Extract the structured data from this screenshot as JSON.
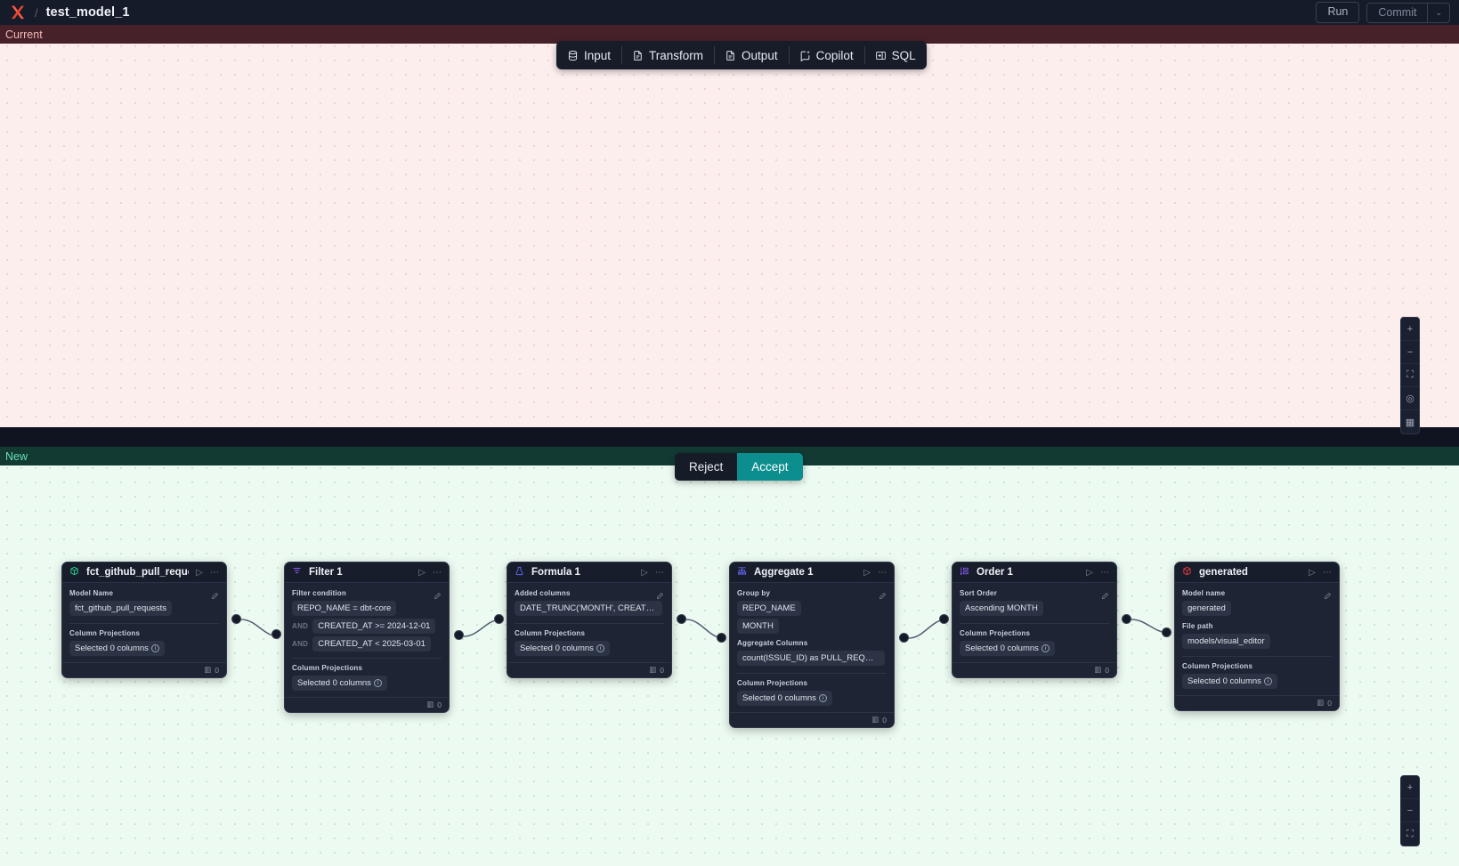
{
  "topbar": {
    "logo_name": "dbt-logo-icon",
    "separator": "/",
    "title": "test_model_1",
    "run_label": "Run",
    "commit_label": "Commit",
    "commit_caret": "⌄"
  },
  "mode_toolbar": {
    "items": [
      {
        "label": "Input",
        "icon": "database-icon"
      },
      {
        "label": "Transform",
        "icon": "document-icon"
      },
      {
        "label": "Output",
        "icon": "document-icon"
      },
      {
        "label": "Copilot",
        "icon": "sparkle-chat-icon"
      },
      {
        "label": "SQL",
        "icon": "sql-panel-icon"
      }
    ]
  },
  "panes": {
    "current_label": "Current",
    "new_label": "New"
  },
  "decision": {
    "reject_label": "Reject",
    "accept_label": "Accept",
    "accent_color": "#0d8e8e"
  },
  "canvas_controls": {
    "top": [
      "+",
      "−",
      "⛶",
      "◎",
      "▦"
    ],
    "bottom": [
      "+",
      "−",
      "⛶"
    ]
  },
  "nodes": [
    {
      "id": "source",
      "title": "fct_github_pull_requests",
      "icon": "cube-icon",
      "icon_color": "#2ecc8f",
      "run_icon": "play-icon",
      "menu_icon": "ellipsis-icon",
      "row_count": "0",
      "sections": [
        {
          "label": "Model Name",
          "editable": true,
          "chips": [
            {
              "text": "fct_github_pull_requests"
            }
          ]
        },
        {
          "label": "Column Projections",
          "editable": false,
          "chips": [
            {
              "text": "Selected 0 columns",
              "info": true
            }
          ]
        }
      ]
    },
    {
      "id": "filter",
      "title": "Filter 1",
      "icon": "filter-icon",
      "icon_color": "#8b5cf6",
      "run_icon": "play-icon",
      "menu_icon": "ellipsis-icon",
      "row_count": "0",
      "sections": [
        {
          "label": "Filter condition",
          "editable": true,
          "chips": [
            {
              "text": "REPO_NAME = dbt-core"
            },
            {
              "prefix": "AND",
              "text": "CREATED_AT >= 2024-12-01"
            },
            {
              "prefix": "AND",
              "text": "CREATED_AT < 2025-03-01"
            }
          ]
        },
        {
          "label": "Column Projections",
          "editable": false,
          "chips": [
            {
              "text": "Selected 0 columns",
              "info": true
            }
          ]
        }
      ]
    },
    {
      "id": "formula",
      "title": "Formula 1",
      "icon": "formula-icon",
      "icon_color": "#6366f1",
      "run_icon": "play-icon",
      "menu_icon": "ellipsis-icon",
      "row_count": "0",
      "sections": [
        {
          "label": "Added columns",
          "editable": true,
          "chips": [
            {
              "text": "DATE_TRUNC('MONTH', CREATED_AT…"
            }
          ]
        },
        {
          "label": "Column Projections",
          "editable": false,
          "chips": [
            {
              "text": "Selected 0 columns",
              "info": true
            }
          ]
        }
      ]
    },
    {
      "id": "aggregate",
      "title": "Aggregate 1",
      "icon": "aggregate-icon",
      "icon_color": "#6366f1",
      "run_icon": "play-icon",
      "menu_icon": "ellipsis-icon",
      "row_count": "0",
      "sections": [
        {
          "label": "Group by",
          "editable": true,
          "chips": [
            {
              "text": "REPO_NAME"
            },
            {
              "text": "MONTH"
            }
          ]
        },
        {
          "label": "Aggregate Columns",
          "editable": false,
          "chips": [
            {
              "text": "count(ISSUE_ID) as PULL_REQUEST_…"
            }
          ]
        },
        {
          "label": "Column Projections",
          "editable": false,
          "chips": [
            {
              "text": "Selected 0 columns",
              "info": true
            }
          ]
        }
      ]
    },
    {
      "id": "order",
      "title": "Order 1",
      "icon": "order-icon",
      "icon_color": "#8b5cf6",
      "run_icon": "play-icon",
      "menu_icon": "ellipsis-icon",
      "row_count": "0",
      "sections": [
        {
          "label": "Sort Order",
          "editable": true,
          "chips": [
            {
              "text": "Ascending MONTH"
            }
          ]
        },
        {
          "label": "Column Projections",
          "editable": false,
          "chips": [
            {
              "text": "Selected 0 columns",
              "info": true
            }
          ]
        }
      ]
    },
    {
      "id": "generated",
      "title": "generated",
      "icon": "cube-icon",
      "icon_color": "#e03b3b",
      "run_icon": "play-icon",
      "menu_icon": "ellipsis-icon",
      "row_count": "0",
      "sections": [
        {
          "label": "Model name",
          "editable": true,
          "chips": [
            {
              "text": "generated"
            }
          ]
        },
        {
          "label": "File path",
          "editable": false,
          "chips": [
            {
              "text": "models/visual_editor"
            }
          ]
        },
        {
          "label": "Column Projections",
          "editable": false,
          "chips": [
            {
              "text": "Selected 0 columns",
              "info": true
            }
          ]
        }
      ]
    }
  ]
}
